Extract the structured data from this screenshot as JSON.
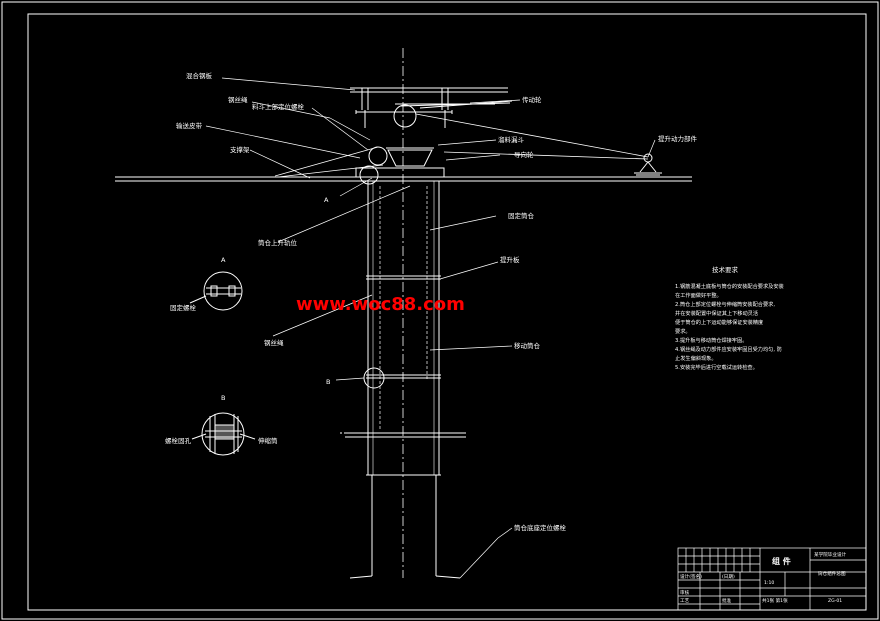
{
  "watermark": "www.woc88.com",
  "labels": {
    "l1": "混合钢板",
    "l2": "钢丝绳",
    "l3": "料斗上部定位螺栓",
    "l4": "传动轮",
    "l5": "输送皮带",
    "l6": "支撑架",
    "l7": "提升动力部件",
    "l8": "溜料漏斗",
    "l9": "导向轮",
    "l10": "固定筒仓",
    "l11": "筒仓上升轨位",
    "l12": "提升板",
    "l13": "钢丝绳",
    "l14": "移动筒仓",
    "l15": "固定螺栓",
    "l16": "螺栓固孔",
    "l17": "伸缩筒",
    "l18": "筒仓底座定位螺栓"
  },
  "markers": {
    "A": "A",
    "B": "B",
    "detailA": "A",
    "detailB": "B"
  },
  "notes": {
    "title": "技术要求",
    "lines": [
      "1.钢筋混凝土底板与筒仓的安装配合要求及安装",
      "  在工作面做好平整。",
      "2.筒仓上部定位螺栓与伸缩筒安装配合要求,",
      "  并在安装配置中保证其上下移动灵活",
      "  便于筒仓的上下运动能够保证安装精度",
      "  要求。",
      "3.提升板与移动筒仓焊接牢固。",
      "4.钢丝绳及动力部件应安装牢固且受力均匀, 防",
      "  止发生偏斜现象。",
      "5.安装完毕后进行空载试运转检查。"
    ]
  },
  "titleblock": {
    "name": "组 件",
    "designer": "设计(签名)",
    "date": "(日期)",
    "check": "审核",
    "process": "工艺",
    "approve": "批准",
    "drawing_no": "ZG-01",
    "scale": "1:10",
    "school": "某学院毕业设计",
    "sheet": "共1张 第1张",
    "right_title": "筒仓组件总图"
  }
}
